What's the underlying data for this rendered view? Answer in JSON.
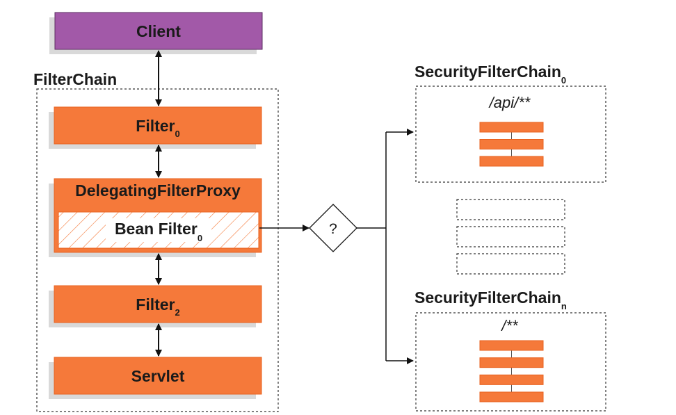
{
  "client": {
    "label": "Client",
    "color": "#a259a8"
  },
  "filter_chain": {
    "title": "FilterChain",
    "filter0": {
      "label": "Filter",
      "sub": "0"
    },
    "proxy": {
      "label": "DelegatingFilterProxy",
      "bean_label": "Bean Filter",
      "bean_sub": "0"
    },
    "filter2": {
      "label": "Filter",
      "sub": "2"
    },
    "servlet": {
      "label": "Servlet"
    }
  },
  "decision": {
    "label": "?"
  },
  "security_chains": [
    {
      "title": "SecurityFilterChain",
      "sub": "0",
      "pattern": "/api/**",
      "filter_count": 3
    },
    {
      "title": "SecurityFilterChain",
      "sub": "n",
      "pattern": "/**",
      "filter_count": 4
    }
  ],
  "colors": {
    "filter": "#f5793a",
    "filter_border": "#e8611e",
    "shadow": "#d9d9d9"
  }
}
